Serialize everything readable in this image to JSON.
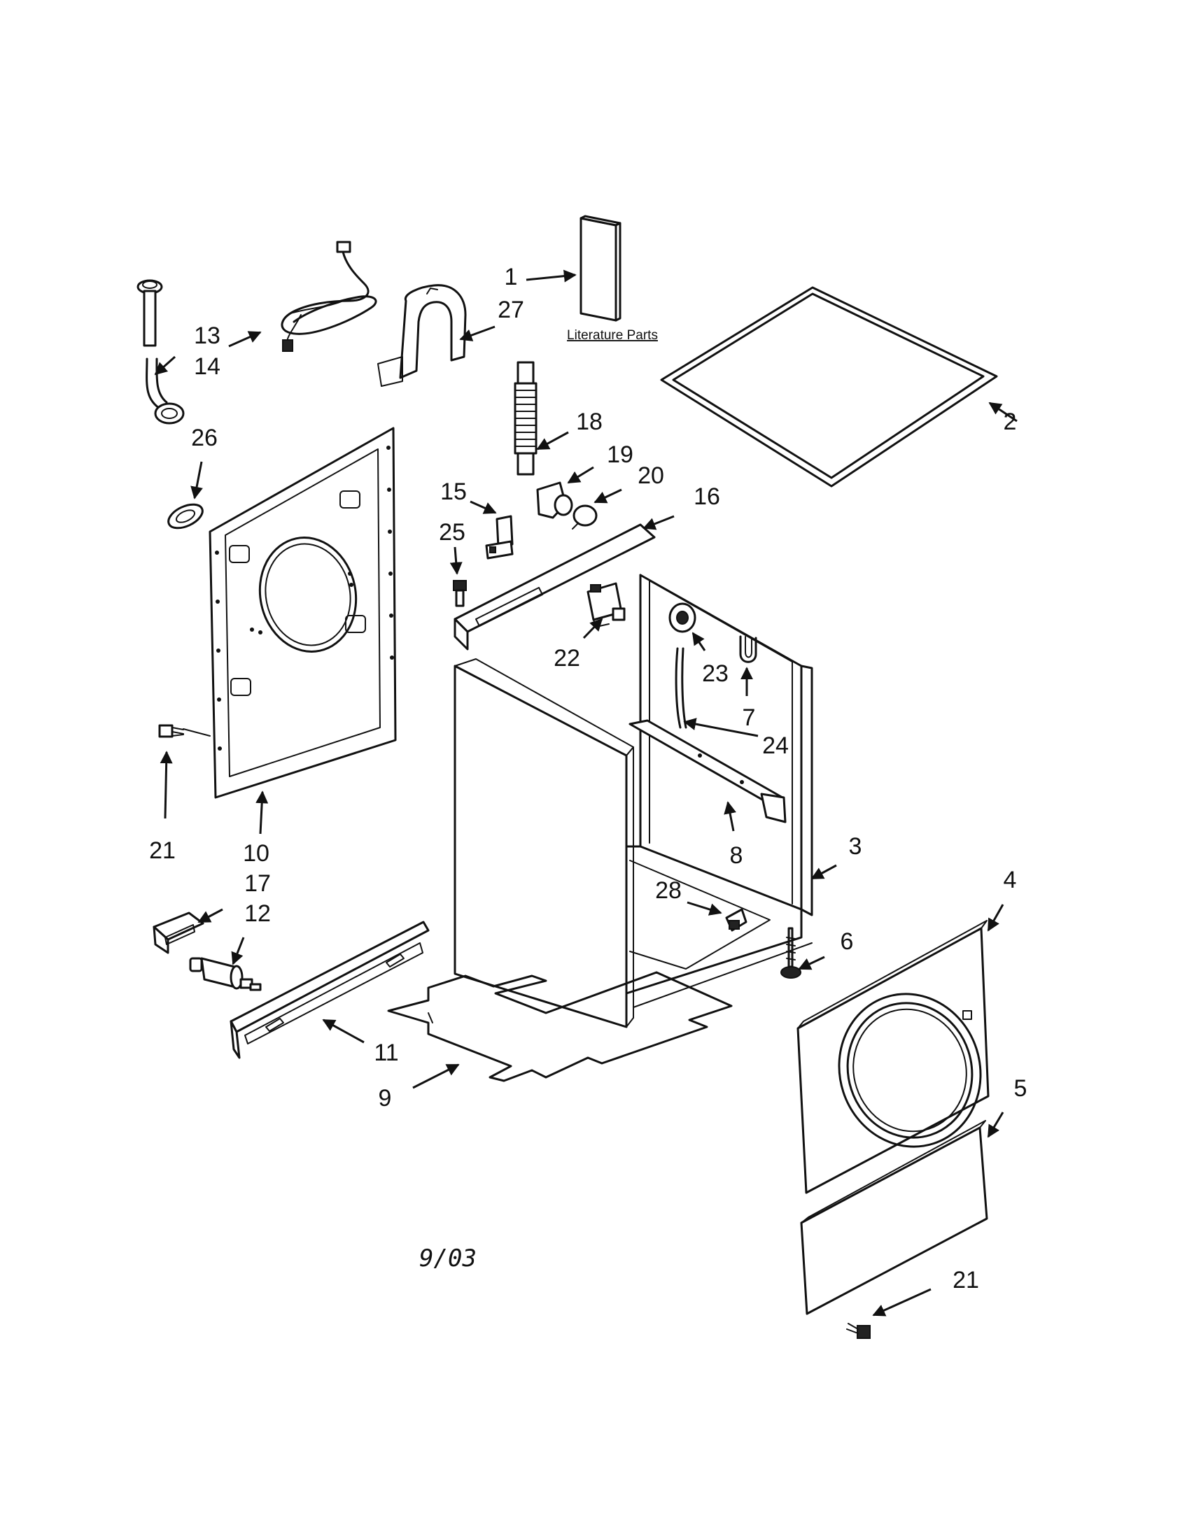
{
  "diagram": {
    "literature_label": "Literature Parts",
    "date": "9/03",
    "callouts": [
      {
        "id": "c1",
        "label": "1"
      },
      {
        "id": "c2",
        "label": "2"
      },
      {
        "id": "c3",
        "label": "3"
      },
      {
        "id": "c4",
        "label": "4"
      },
      {
        "id": "c5",
        "label": "5"
      },
      {
        "id": "c6",
        "label": "6"
      },
      {
        "id": "c7",
        "label": "7"
      },
      {
        "id": "c8",
        "label": "8"
      },
      {
        "id": "c9",
        "label": "9"
      },
      {
        "id": "c10",
        "label": "10"
      },
      {
        "id": "c11",
        "label": "11"
      },
      {
        "id": "c12",
        "label": "12"
      },
      {
        "id": "c13",
        "label": "13"
      },
      {
        "id": "c14",
        "label": "14"
      },
      {
        "id": "c15",
        "label": "15"
      },
      {
        "id": "c16",
        "label": "16"
      },
      {
        "id": "c17",
        "label": "17"
      },
      {
        "id": "c18",
        "label": "18"
      },
      {
        "id": "c19",
        "label": "19"
      },
      {
        "id": "c20",
        "label": "20"
      },
      {
        "id": "c21a",
        "label": "21"
      },
      {
        "id": "c21b",
        "label": "21"
      },
      {
        "id": "c22",
        "label": "22"
      },
      {
        "id": "c23",
        "label": "23"
      },
      {
        "id": "c24",
        "label": "24"
      },
      {
        "id": "c25",
        "label": "25"
      },
      {
        "id": "c26",
        "label": "26"
      },
      {
        "id": "c27",
        "label": "27"
      },
      {
        "id": "c28",
        "label": "28"
      }
    ]
  }
}
